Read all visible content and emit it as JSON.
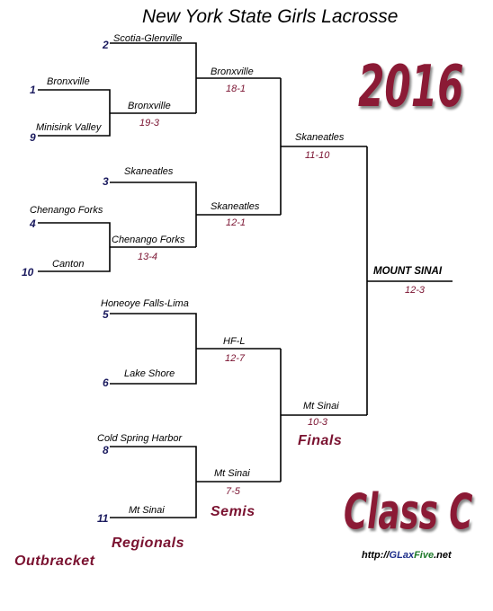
{
  "title": "New York State Girls Lacrosse",
  "year": "2016",
  "class_label": "Class C",
  "site": {
    "prefix": "http://",
    "part1": "GLax",
    "part2": "Five",
    "suffix": ".net"
  },
  "round_labels": {
    "outbracket": "Outbracket",
    "regionals": "Regionals",
    "semis": "Semis",
    "finals": "Finals"
  },
  "outbracket": [
    {
      "seed": "1",
      "team": "Bronxville"
    },
    {
      "seed": "9",
      "team": "Minisink Valley"
    },
    {
      "seed": "4",
      "team": "Chenango Forks"
    },
    {
      "seed": "10",
      "team": "Canton"
    }
  ],
  "outbracket_results": [
    {
      "winner": "Bronxville",
      "score": "19-3"
    },
    {
      "winner": "Chenango Forks",
      "score": "13-4"
    }
  ],
  "regional_teams": [
    {
      "seed": "2",
      "team": "Scotia-Glenville"
    },
    {
      "seed": "3",
      "team": "Skaneatles"
    },
    {
      "seed": "5",
      "team": "Honeoye Falls-Lima"
    },
    {
      "seed": "6",
      "team": "Lake Shore"
    },
    {
      "seed": "8",
      "team": "Cold Spring Harbor"
    },
    {
      "seed": "11",
      "team": "Mt Sinai"
    }
  ],
  "regional_results": [
    {
      "winner": "Bronxville",
      "score": "18-1"
    },
    {
      "winner": "Skaneatles",
      "score": "12-1"
    },
    {
      "winner": "HF-L",
      "score": "12-7"
    },
    {
      "winner": "Mt Sinai",
      "score": "7-5"
    }
  ],
  "semi_results": [
    {
      "winner": "Skaneatles",
      "score": "11-10"
    },
    {
      "winner": "Mt Sinai",
      "score": "10-3"
    }
  ],
  "final_result": {
    "winner": "MOUNT SINAI",
    "score": "12-3"
  }
}
